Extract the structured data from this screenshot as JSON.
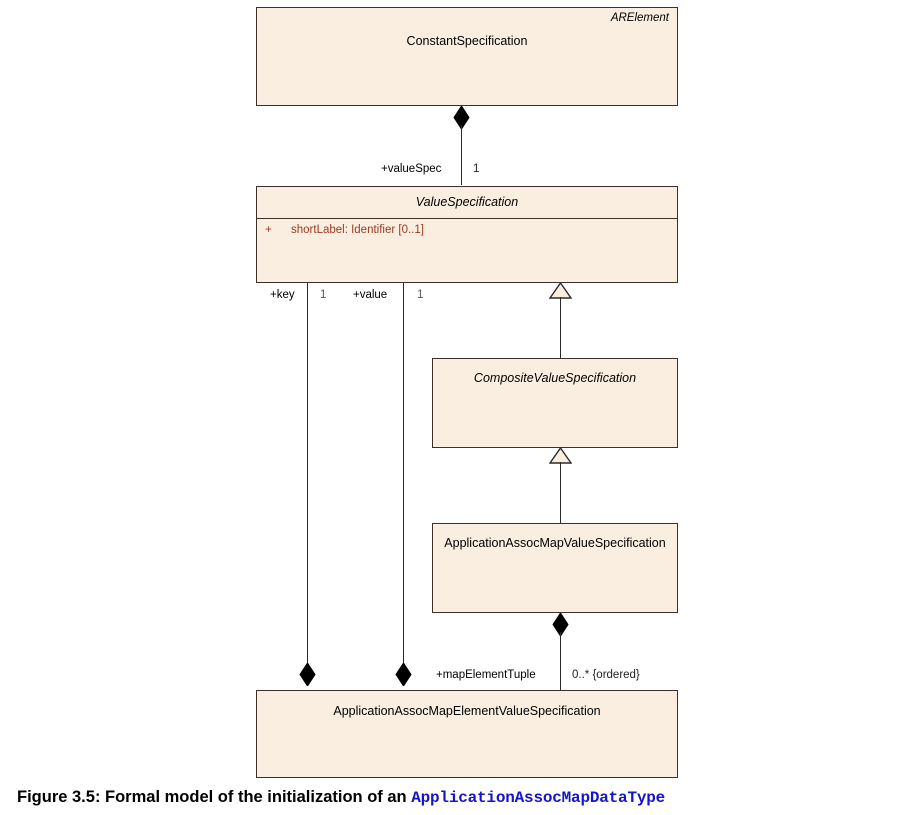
{
  "diagram": {
    "type": "uml-class-diagram",
    "fill_color": "#faeee0",
    "border_color": "#3b3128",
    "attribute_color": "#9b3a25",
    "link_color": "#1414c8",
    "classes": [
      {
        "id": "constant-specification",
        "name": "ConstantSpecification",
        "stereotype": "ARElement",
        "abstract": false,
        "attributes": []
      },
      {
        "id": "value-specification",
        "name": "ValueSpecification",
        "stereotype": "",
        "abstract": true,
        "attributes": [
          {
            "visibility": "+",
            "text": "shortLabel: Identifier [0..1]"
          }
        ]
      },
      {
        "id": "composite-value-specification",
        "name": "CompositeValueSpecification",
        "stereotype": "",
        "abstract": true,
        "attributes": []
      },
      {
        "id": "application-assoc-map-value-specification",
        "name": "ApplicationAssocMapValueSpecification",
        "stereotype": "",
        "abstract": false,
        "attributes": []
      },
      {
        "id": "application-assoc-map-element-value-specification",
        "name": "ApplicationAssocMapElementValueSpecification",
        "stereotype": "",
        "abstract": false,
        "attributes": []
      }
    ],
    "associations": [
      {
        "id": "valuespec",
        "kind": "composition",
        "from": "constant-specification",
        "to": "value-specification",
        "role": "+valueSpec",
        "multiplicity": "1"
      },
      {
        "id": "key",
        "kind": "composition",
        "from": "value-specification",
        "to": "application-assoc-map-element-value-specification",
        "role": "+key",
        "multiplicity": "1"
      },
      {
        "id": "value",
        "kind": "composition",
        "from": "value-specification",
        "to": "application-assoc-map-element-value-specification",
        "role": "+value",
        "multiplicity": "1"
      },
      {
        "id": "mapelementtuple",
        "kind": "composition",
        "from": "application-assoc-map-value-specification",
        "to": "application-assoc-map-element-value-specification",
        "role": "+mapElementTuple",
        "multiplicity": "0..* {ordered}"
      }
    ],
    "generalizations": [
      {
        "id": "gen-composite",
        "sub": "composite-value-specification",
        "super": "value-specification"
      },
      {
        "id": "gen-assocmap",
        "sub": "application-assoc-map-value-specification",
        "super": "composite-value-specification"
      }
    ]
  },
  "caption": {
    "prefix": "Figure 3.5: Formal model of the initialization of an",
    "mono": "ApplicationAssocMapDataType"
  }
}
